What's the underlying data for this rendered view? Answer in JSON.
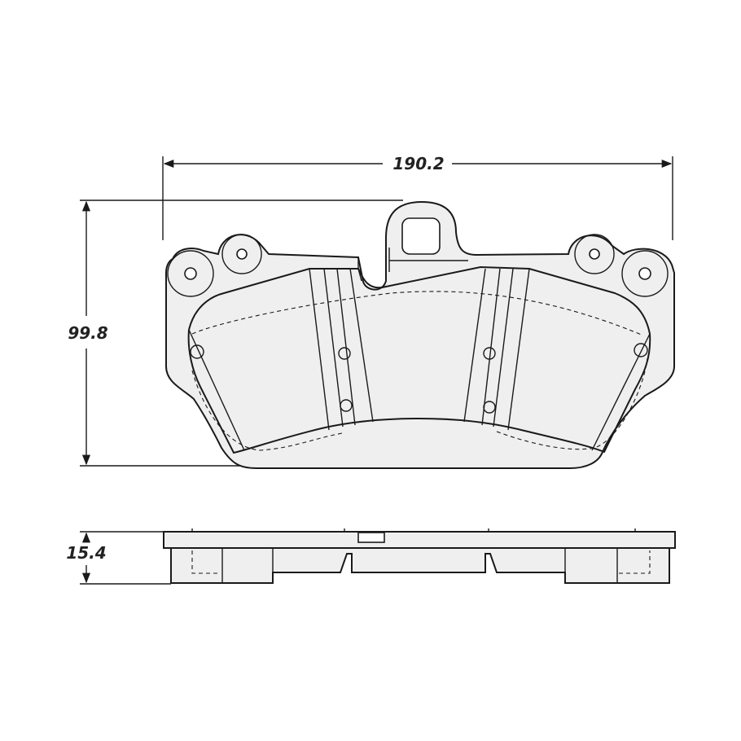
{
  "dimensions": {
    "width": "190.2",
    "height": "99.8",
    "thickness": "15.4"
  }
}
